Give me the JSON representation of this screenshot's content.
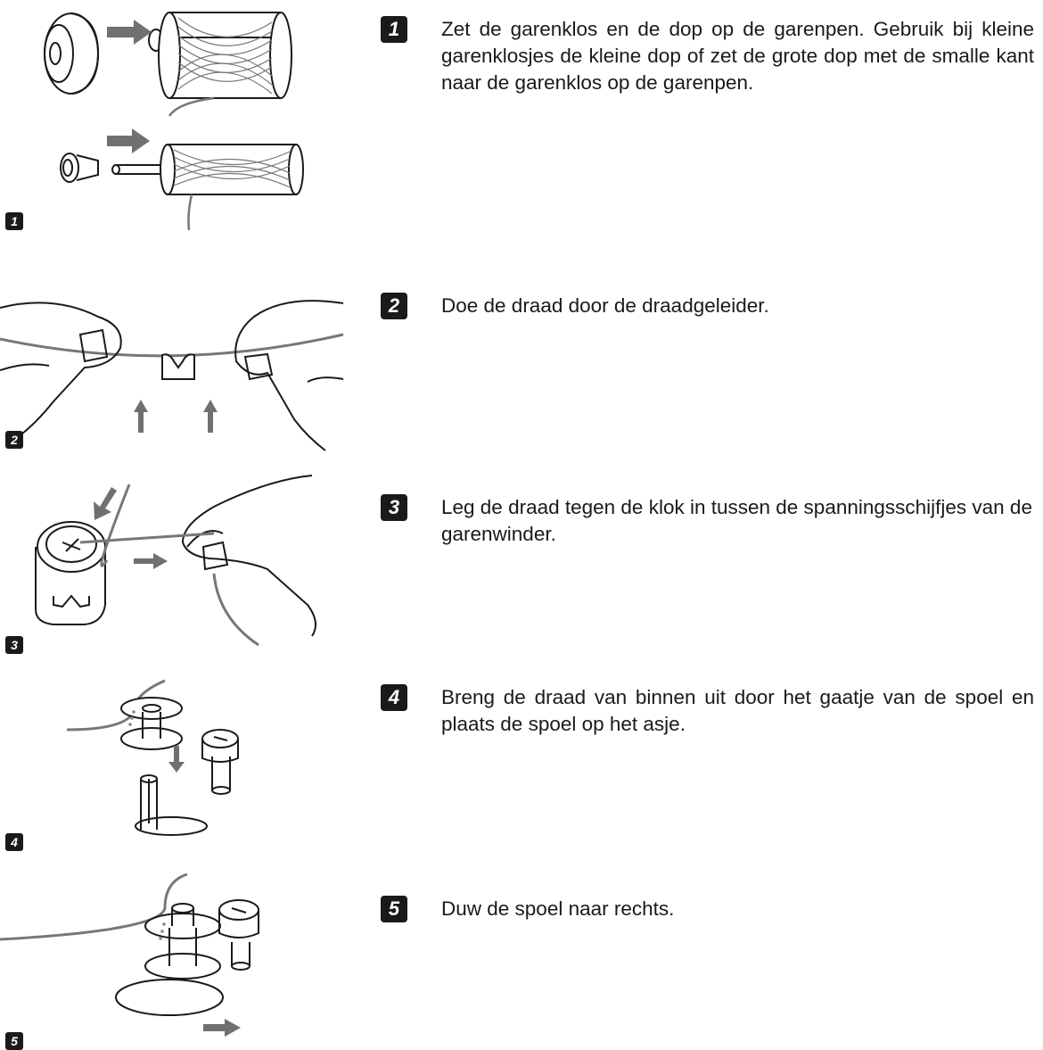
{
  "steps": [
    {
      "number": "1",
      "figure_label": "1",
      "text": "Zet de garenklos en de dop op de garenpen. Gebruik bij kleine garenklosjes de kleine dop of zet de grote dop met de smalle kant naar de garenklos op de garenpen."
    },
    {
      "number": "2",
      "figure_label": "2",
      "text": "Doe de draad door de draadgeleider."
    },
    {
      "number": "3",
      "figure_label": "3",
      "text": "Leg de draad tegen de klok in tussen de spanningsschijfjes van de garenwinder."
    },
    {
      "number": "4",
      "figure_label": "4",
      "text": "Breng de draad van binnen uit door het gaatje van de spoel en plaats de spoel op het asje."
    },
    {
      "number": "5",
      "figure_label": "5",
      "text": "Duw de spoel naar rechts."
    }
  ],
  "colors": {
    "ink": "#1a1a1a",
    "arrow": "#707070",
    "thread": "#777777"
  },
  "icons": [
    "spool-cap-illustration",
    "thread-guide-illustration",
    "tension-disc-illustration",
    "bobbin-shaft-illustration",
    "bobbin-push-illustration"
  ]
}
